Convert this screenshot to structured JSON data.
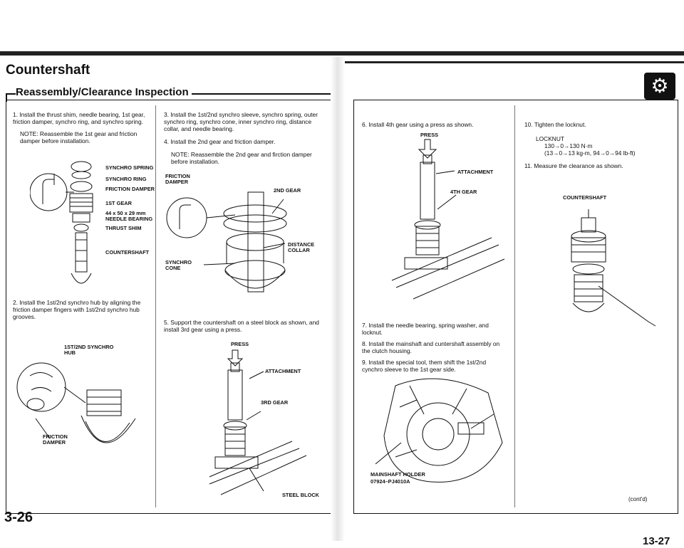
{
  "header": {
    "title": "Countershaft",
    "subtitle": "Reassembly/Clearance Inspection"
  },
  "left_page": {
    "page_number": "3-26",
    "steps": [
      {
        "text": "1.  Install the thrust shim, needle bearing, 1st gear, friction damper, synchro ring, and synchro spring."
      },
      {
        "text": "NOTE: Reassemble the 1st gear and friction damper before installation."
      },
      {
        "text": "2.  Install the 1st/2nd synchro hub by aligning the friction damper fingers with 1st/2nd synchro hub grooves."
      },
      {
        "text": "3.  Install the 1st/2nd synchro sleeve, synchro spring, outer synchro ring, synchro cone, inner synchro ring, distance collar, and needle bearing."
      },
      {
        "text": "4.  Install the 2nd gear and friction damper."
      },
      {
        "text": "NOTE: Reassemble the 2nd gear and firction damper before installation."
      },
      {
        "text": "5.  Support the countershaft on a steel block as shown, and install 3rd gear using a press."
      }
    ],
    "fig1_labels": [
      "SYNCHRO SPRING",
      "SYNCHRO RING",
      "FRICTION DAMPER",
      "1ST GEAR",
      "44 x 50 x 29 mm NEEDLE BEARING",
      "THRUST SHIM",
      "COUNTERSHAFT"
    ],
    "fig2_labels": [
      "1ST/2ND SYNCHRO HUB",
      "FRICTION DAMPER"
    ],
    "fig3_labels": [
      "FRICTION DAMPER",
      "2ND GEAR",
      "DISTANCE COLLAR",
      "SYNCHRO CONE"
    ],
    "fig4_labels": [
      "PRESS",
      "ATTACHMENT",
      "3RD GEAR",
      "STEEL BLOCK"
    ]
  },
  "right_page": {
    "page_number": "13-27",
    "contd": "(cont'd)",
    "steps": [
      {
        "text": "6.  Install 4th gear using a press as shown."
      },
      {
        "text": "7.  Install the needle bearing, spring washer, and locknut."
      },
      {
        "text": "8.  Install the mainshaft and cuntershaft assembly on the clutch housing."
      },
      {
        "text": "9.  Install the special tool, them shift the 1st/2nd cynchro sleeve to the 1st gear side."
      },
      {
        "text": "10. Tighten the locknut."
      },
      {
        "text": "11. Measure the clearance as shown."
      }
    ],
    "locknut": {
      "label": "LOCKNUT",
      "value1": "130→0→130 N·m",
      "value2": "(13→0→13 kg-m, 94→0→94 lb-ft)"
    },
    "fig5_labels": [
      "PRESS",
      "ATTACHMENT",
      "4TH GEAR"
    ],
    "fig6_labels": [
      "MAINSHAFT HOLDER",
      "07924–PJ4010A"
    ],
    "fig7_labels": [
      "COUNTERSHAFT"
    ],
    "icon": "gear-icon"
  }
}
